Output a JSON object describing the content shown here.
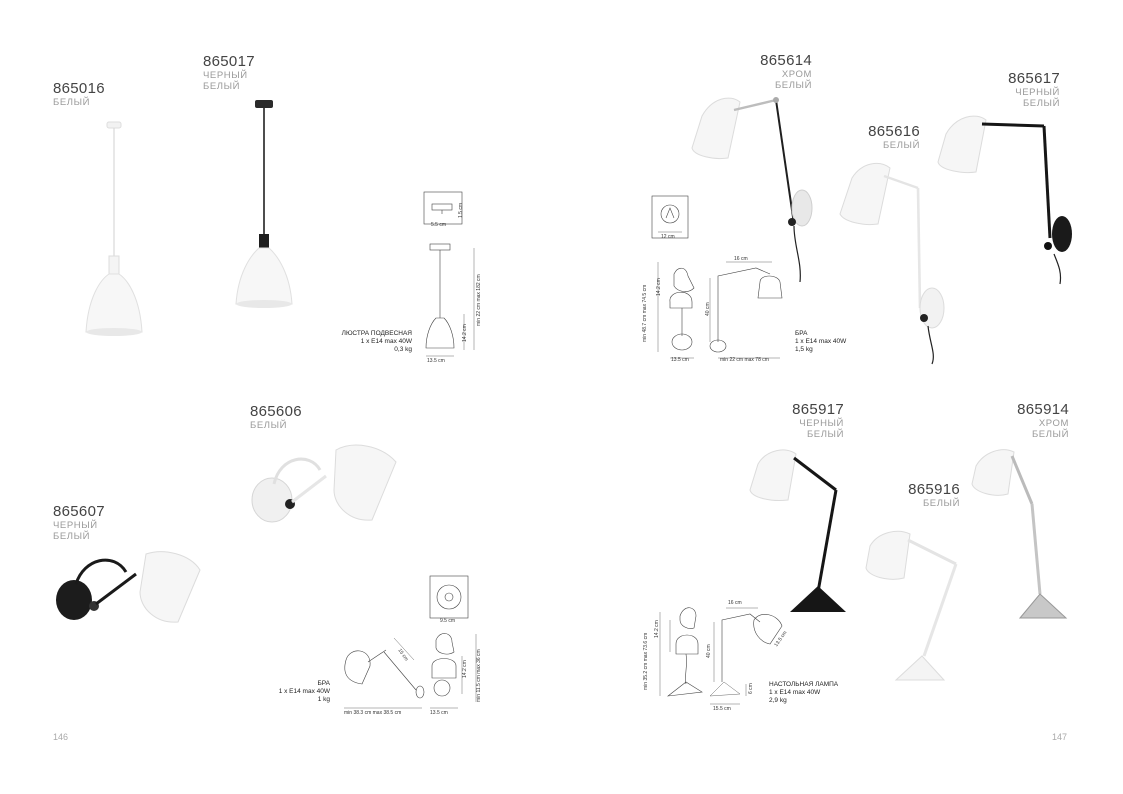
{
  "products": [
    {
      "code": "865016",
      "colors": [
        "БЕЛЫЙ"
      ]
    },
    {
      "code": "865017",
      "colors": [
        "ЧЕРНЫЙ",
        "БЕЛЫЙ"
      ]
    },
    {
      "code": "865614",
      "colors": [
        "ХРОМ",
        "БЕЛЫЙ"
      ]
    },
    {
      "code": "865617",
      "colors": [
        "ЧЕРНЫЙ",
        "БЕЛЫЙ"
      ]
    },
    {
      "code": "865616",
      "colors": [
        "БЕЛЫЙ"
      ]
    },
    {
      "code": "865606",
      "colors": [
        "БЕЛЫЙ"
      ]
    },
    {
      "code": "865607",
      "colors": [
        "ЧЕРНЫЙ",
        "БЕЛЫЙ"
      ]
    },
    {
      "code": "865917",
      "colors": [
        "ЧЕРНЫЙ",
        "БЕЛЫЙ"
      ]
    },
    {
      "code": "865914",
      "colors": [
        "ХРОМ",
        "БЕЛЫЙ"
      ]
    },
    {
      "code": "865916",
      "colors": [
        "БЕЛЫЙ"
      ]
    }
  ],
  "specs": {
    "pendant": {
      "type": "ЛЮСТРА ПОДВЕСНАЯ",
      "bulb": "1 x E14 max 40W",
      "weight": "0,3 kg"
    },
    "wall_arm": {
      "type": "БРА",
      "bulb": "1 x E14 max 40W",
      "weight": "1,5 kg"
    },
    "wall_small": {
      "type": "БРА",
      "bulb": "1 x E14 max 40W",
      "weight": "1 kg"
    },
    "table": {
      "type": "НАСТОЛЬНАЯ ЛАМПА",
      "bulb": "1 x E14  max 40W",
      "weight": "2,9 kg"
    }
  },
  "dims": {
    "pendant": {
      "base_w": "5.5 cm",
      "base_h": "1.5 cm",
      "shade_w": "13.5 cm",
      "shade_h": "14.2 cm",
      "height": "min 22 cm max 182 cm"
    },
    "wall_arm": {
      "base_w": "12 cm",
      "shade_w": "13.5 cm",
      "height_range": "min 48.7 cm max 74.5 cm",
      "shade_h": "14.2 cm",
      "arm_h": "40 cm",
      "reach": "16 cm",
      "width_range": "min 22 cm max 78 cm"
    },
    "wall_small": {
      "base_w": "9.5 cm",
      "shade_len": "15 cm",
      "width_range": "min 38.3 cm max 38.5 cm",
      "shade_w": "13.5 cm",
      "shade_h": "14.2 cm",
      "height_range": "min 11.5 cm max 36 cm"
    },
    "table": {
      "height_range": "min 35.2 cm max 73.6 cm",
      "shade_h": "14.2 cm",
      "arm_h": "40 cm",
      "reach": "16 cm",
      "shade_w": "13.5 cm",
      "base_h": "6 cm",
      "base_w": "15.5 cm"
    }
  },
  "pages": {
    "left": "146",
    "right": "147"
  },
  "colors": {
    "text": "#444444",
    "muted": "#9a9a9a",
    "black_metal": "#1a1a1a",
    "chrome": "#c8c8c8"
  }
}
